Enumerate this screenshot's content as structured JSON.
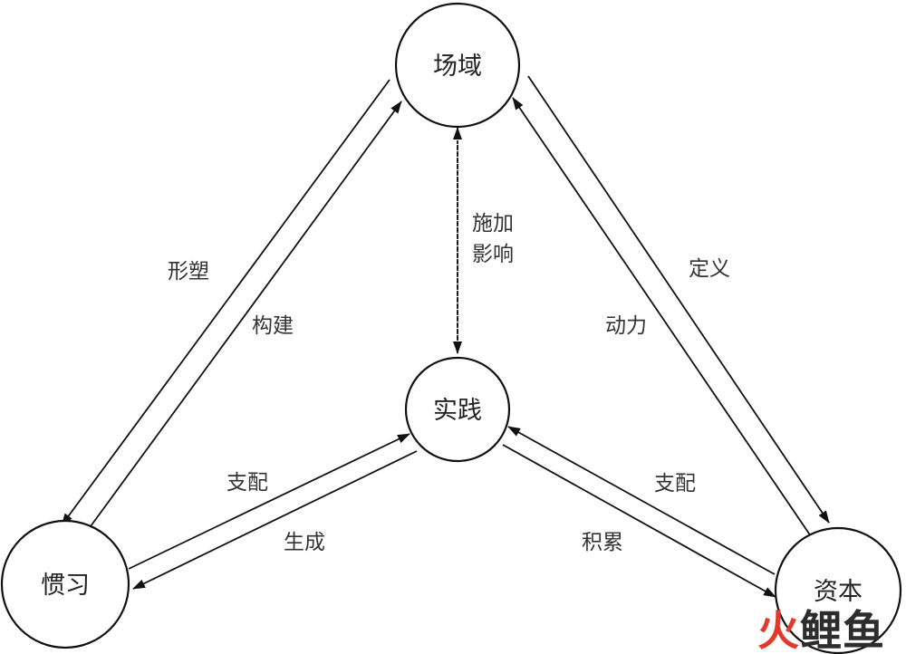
{
  "nodes": {
    "field": "场域",
    "practice": "实践",
    "habitus": "惯习",
    "capital": "资本"
  },
  "edges": {
    "shape": "形塑",
    "construct": "构建",
    "influence_1": "施加",
    "influence_2": "影响",
    "define": "定义",
    "power": "动力",
    "dominate_left": "支配",
    "generate": "生成",
    "dominate_right": "支配",
    "accumulate": "积累"
  },
  "watermark": {
    "char1": "火",
    "char2": "鲤",
    "char3": "鱼",
    "brand_color": "#e23a2a"
  }
}
